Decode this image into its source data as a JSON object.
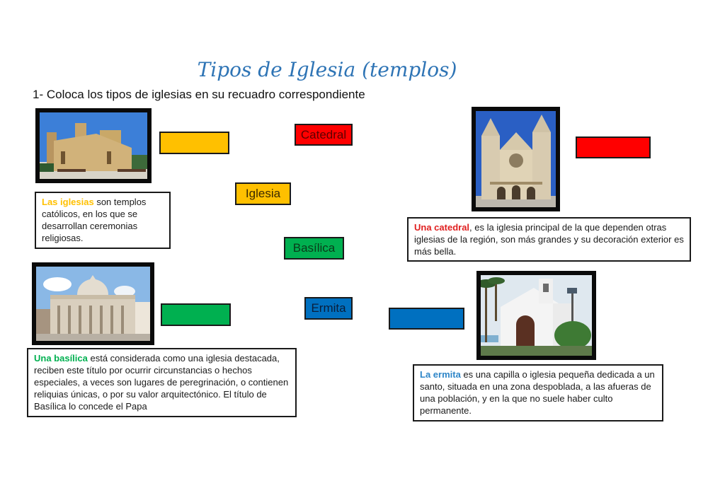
{
  "header": {
    "title": "Tipos de Iglesia (templos)",
    "instruction": "1- Coloca los tipos de iglesias en su recuadro correspondiente"
  },
  "colors": {
    "title": "#2e74b5",
    "iglesia": "#ffc000",
    "catedral": "#ff0000",
    "basilica": "#00b050",
    "ermita": "#0070c0"
  },
  "draggable_labels": [
    {
      "id": "catedral",
      "text": "Catedral"
    },
    {
      "id": "iglesia",
      "text": "Iglesia"
    },
    {
      "id": "basilica",
      "text": "Basílica"
    },
    {
      "id": "ermita",
      "text": "Ermita"
    }
  ],
  "cards": {
    "iglesia": {
      "photo_icon": "romanesque-church-photo",
      "term": "Las iglesias",
      "text": " son templos católicos, en los que se desarrollan ceremonias religiosas."
    },
    "catedral": {
      "photo_icon": "gothic-cathedral-photo",
      "term": "Una catedral",
      "text": ", es la iglesia principal de la que dependen otras iglesias de la región, son más grandes y su decoración exterior es más bella."
    },
    "basilica": {
      "photo_icon": "basilica-photo",
      "term": "Una basílica",
      "text": " está considerada como una iglesia destacada, reciben este título por ocurrir circunstancias o hechos especiales, a veces son lugares de peregrinación, o contienen reliquias únicas, o por su valor arquitectónico. El título de Basílica lo concede el Papa"
    },
    "ermita": {
      "photo_icon": "hermitage-chapel-photo",
      "term": "La ermita",
      "text": " es una capilla o iglesia pequeña dedicada a un santo, situada en una zona despoblada, a las afueras de una población, y en la que no suele haber culto permanente."
    }
  }
}
